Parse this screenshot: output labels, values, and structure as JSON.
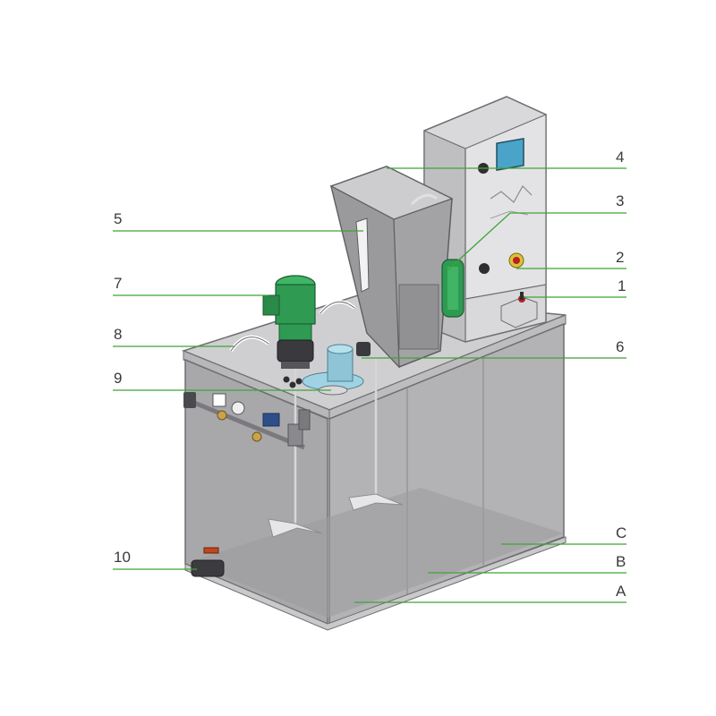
{
  "colors": {
    "leader": "#3fa535",
    "label_text": "#3a3a3a",
    "tank_body": "#a8a8ab",
    "tank_edge": "#6e6e72",
    "cabinet": "#d9d9db",
    "motor_green": "#2f9a52",
    "hopper": "#a3a3a6"
  },
  "callouts": [
    {
      "id": "4",
      "label": "4"
    },
    {
      "id": "3",
      "label": "3"
    },
    {
      "id": "5",
      "label": "5"
    },
    {
      "id": "2",
      "label": "2"
    },
    {
      "id": "1",
      "label": "1"
    },
    {
      "id": "7",
      "label": "7"
    },
    {
      "id": "8",
      "label": "8"
    },
    {
      "id": "6",
      "label": "6"
    },
    {
      "id": "9",
      "label": "9"
    },
    {
      "id": "C",
      "label": "C"
    },
    {
      "id": "10",
      "label": "10"
    },
    {
      "id": "B",
      "label": "B"
    },
    {
      "id": "A",
      "label": "A"
    }
  ]
}
